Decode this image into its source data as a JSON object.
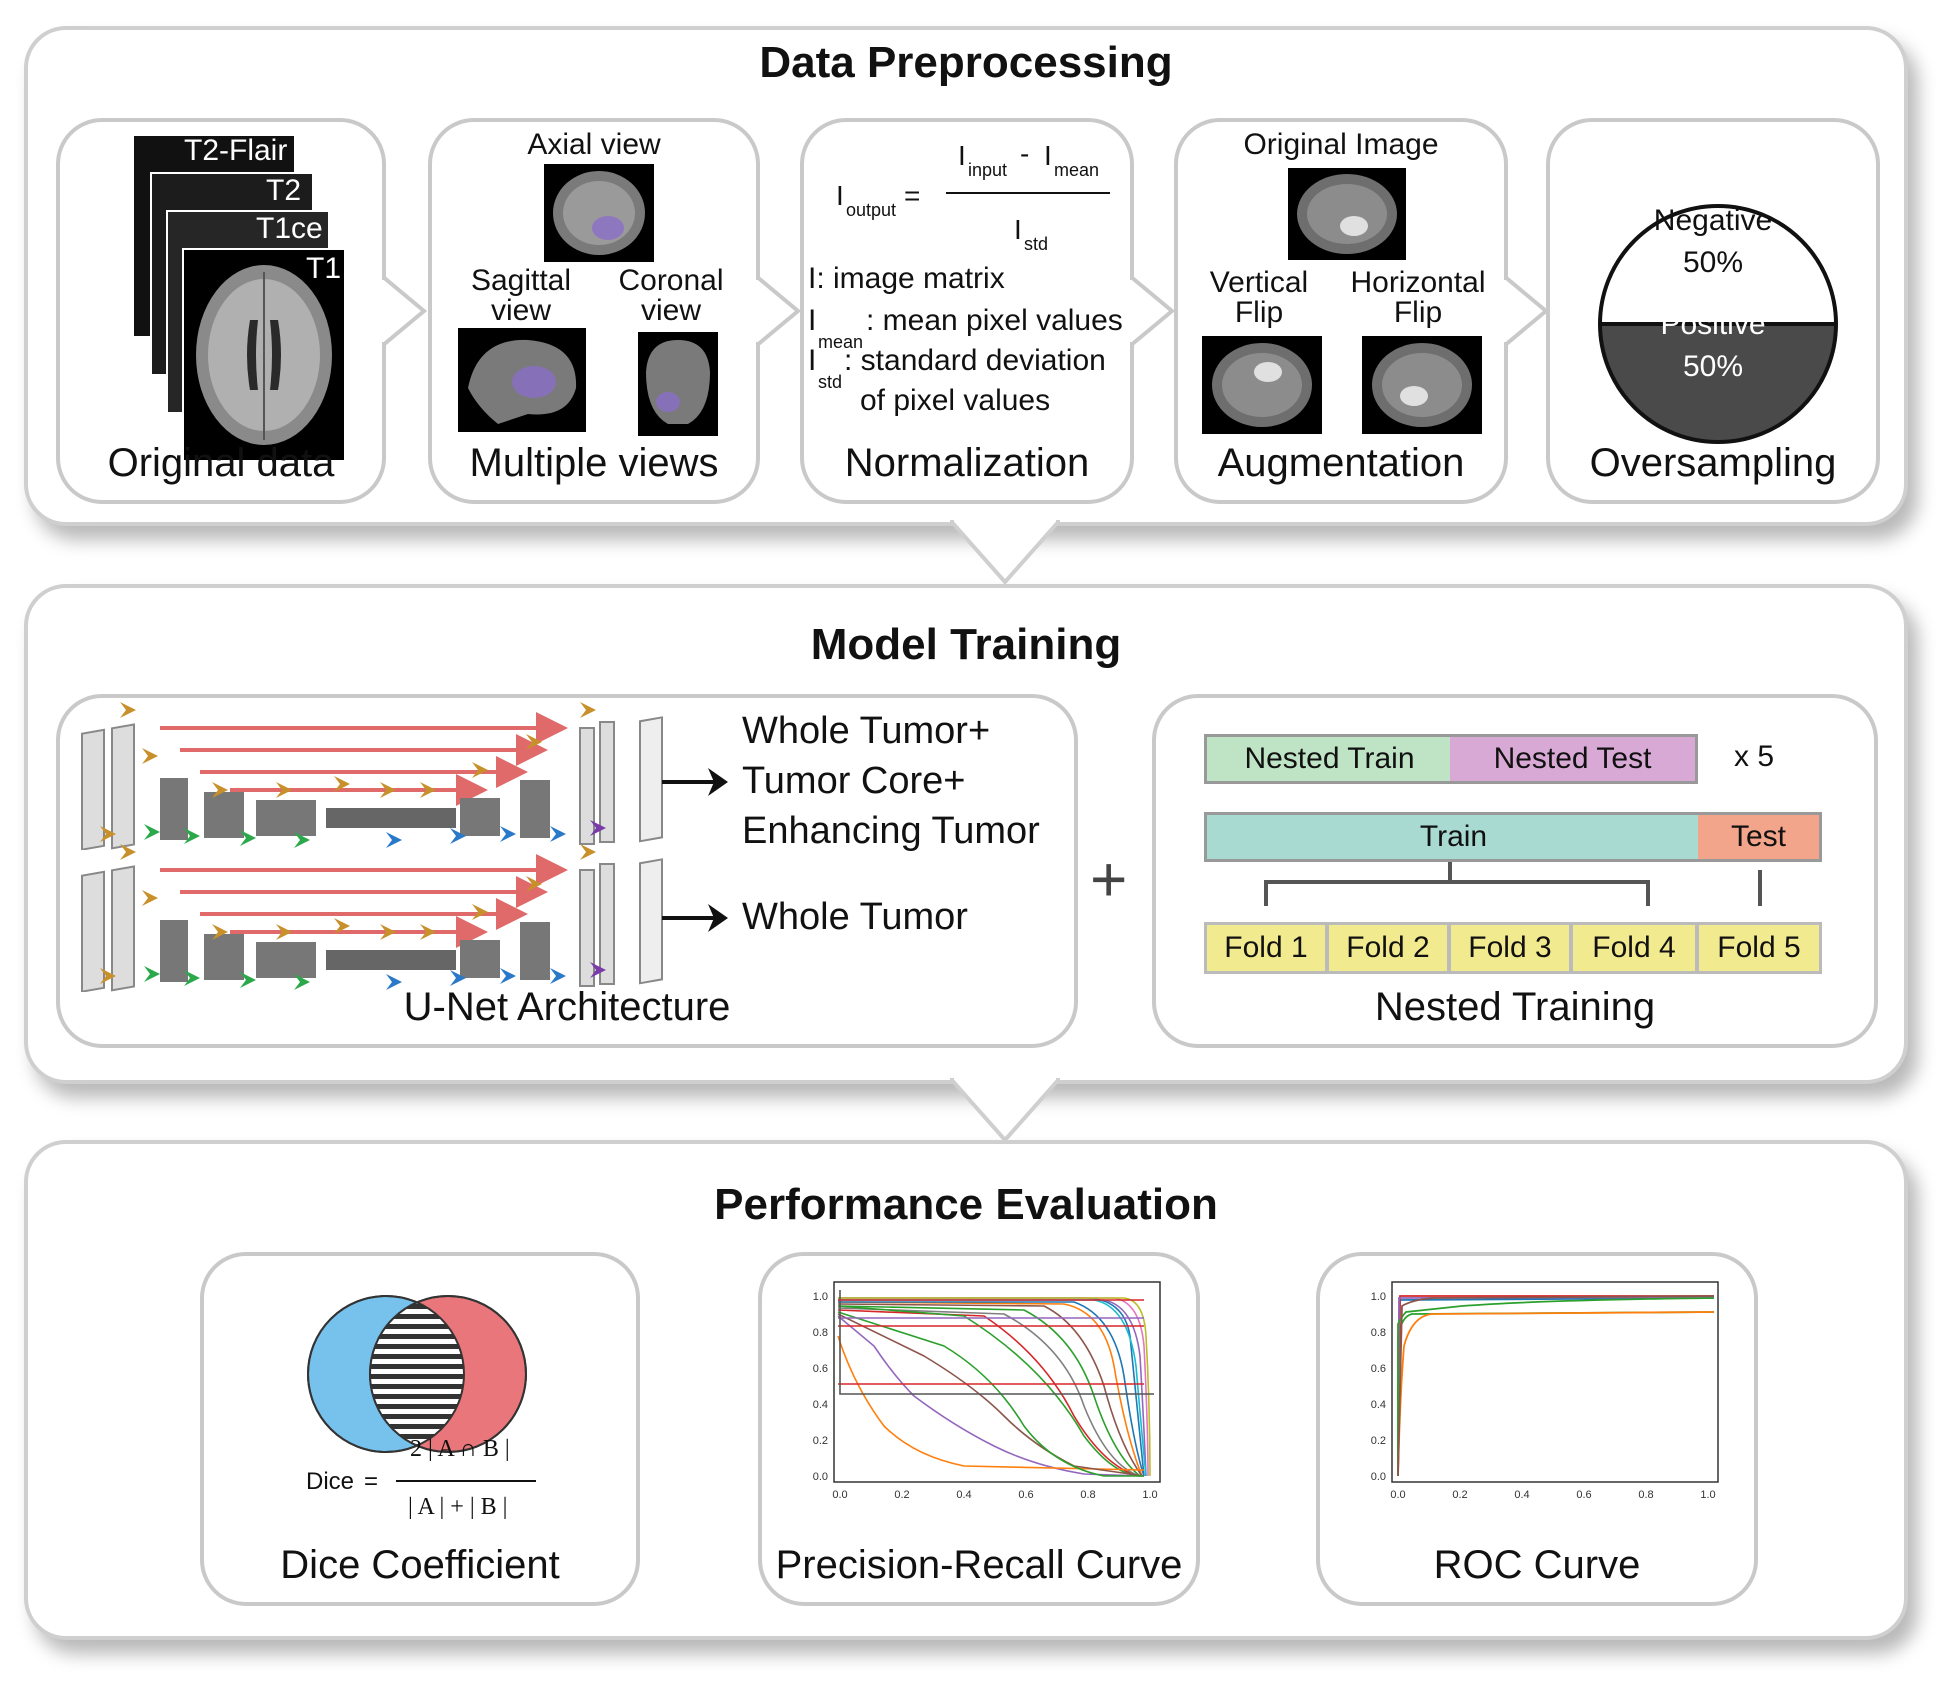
{
  "sections": {
    "preprocessing": {
      "title": "Data Preprocessing"
    },
    "training": {
      "title": "Model Training"
    },
    "evaluation": {
      "title": "Performance Evaluation"
    }
  },
  "preprocessing": {
    "original": {
      "label": "Original data",
      "modalities": [
        "T2-Flair",
        "T2",
        "T1ce",
        "T1"
      ]
    },
    "views": {
      "label": "Multiple views",
      "axial": "Axial view",
      "sagittal": "Sagittal view",
      "coronal": "Coronal view"
    },
    "normalization": {
      "label": "Normalization",
      "I_output": "I",
      "sub_output": "output",
      "eq": "=",
      "I_input": "I",
      "sub_input": "input",
      "minus": "-",
      "I_mean": "I",
      "sub_mean": "mean",
      "I_std": "I",
      "sub_std": "std",
      "def1": "I: image matrix",
      "def2_sym": "I",
      "def2_sub": "mean",
      "def2_text": ": mean pixel values",
      "def3_sym": "I",
      "def3_sub": "std",
      "def3_text": ": standard deviation",
      "def3_cont": "of pixel values"
    },
    "augmentation": {
      "label": "Augmentation",
      "original": "Original Image",
      "vertical": "Vertical Flip",
      "horizontal": "Horizontal Flip"
    },
    "oversampling": {
      "label": "Oversampling",
      "negative": "Negative",
      "negative_pct": "50%",
      "positive": "Positive",
      "positive_pct": "50%"
    }
  },
  "training": {
    "unet": {
      "label": "U-Net Architecture",
      "output1_line1": "Whole Tumor+",
      "output1_line2": "Tumor Core+",
      "output1_line3": "Enhancing Tumor",
      "output2": "Whole Tumor"
    },
    "plus": "+",
    "nested": {
      "label": "Nested Training",
      "nested_train": "Nested Train",
      "nested_test": "Nested Test",
      "times": "x 5",
      "train": "Train",
      "test": "Test",
      "folds": [
        "Fold 1",
        "Fold 2",
        "Fold 3",
        "Fold 4",
        "Fold 5"
      ]
    }
  },
  "evaluation": {
    "dice": {
      "label": "Dice Coefficient",
      "lhs": "Dice",
      "eq": "=",
      "numerator": "2 | A ∩ B |",
      "denominator": "| A | + | B |"
    },
    "pr": {
      "label": "Precision-Recall Curve",
      "xticks": [
        "0.0",
        "0.2",
        "0.4",
        "0.6",
        "0.8",
        "1.0"
      ],
      "yticks": [
        "0.0",
        "0.2",
        "0.4",
        "0.6",
        "0.8",
        "1.0"
      ]
    },
    "roc": {
      "label": "ROC Curve",
      "xticks": [
        "0.0",
        "0.2",
        "0.4",
        "0.6",
        "0.8",
        "1.0"
      ],
      "yticks": [
        "0.0",
        "0.2",
        "0.4",
        "0.6",
        "0.8",
        "1.0"
      ]
    }
  },
  "colors": {
    "nested_train": "#bfe3c5",
    "nested_test": "#d9a9d6",
    "train": "#a8dad2",
    "test": "#f2a58a",
    "fold": "#f2ea8f",
    "venn_a": "#76c2ec",
    "venn_b": "#e8767a",
    "negative": "#ffffff",
    "positive": "#4a4a4a",
    "skip_arrow": "#e06a6a",
    "arrow_gold": "#c8902a",
    "arrow_green": "#2aa84a",
    "arrow_blue": "#2a78c8",
    "arrow_purple": "#7a3aa8"
  }
}
